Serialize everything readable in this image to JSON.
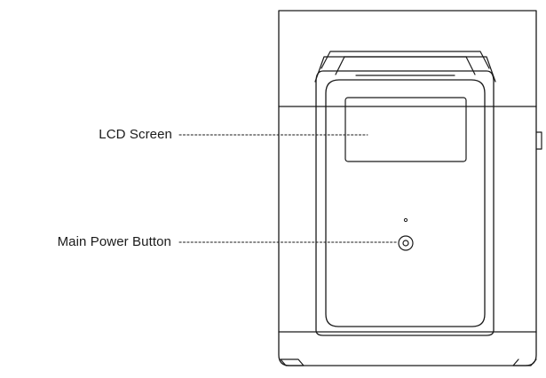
{
  "callouts": [
    {
      "id": "lcd",
      "label": "LCD Screen"
    },
    {
      "id": "power",
      "label": "Main Power Button"
    }
  ],
  "colors": {
    "stroke": "#1a1a1a",
    "background": "#ffffff"
  }
}
